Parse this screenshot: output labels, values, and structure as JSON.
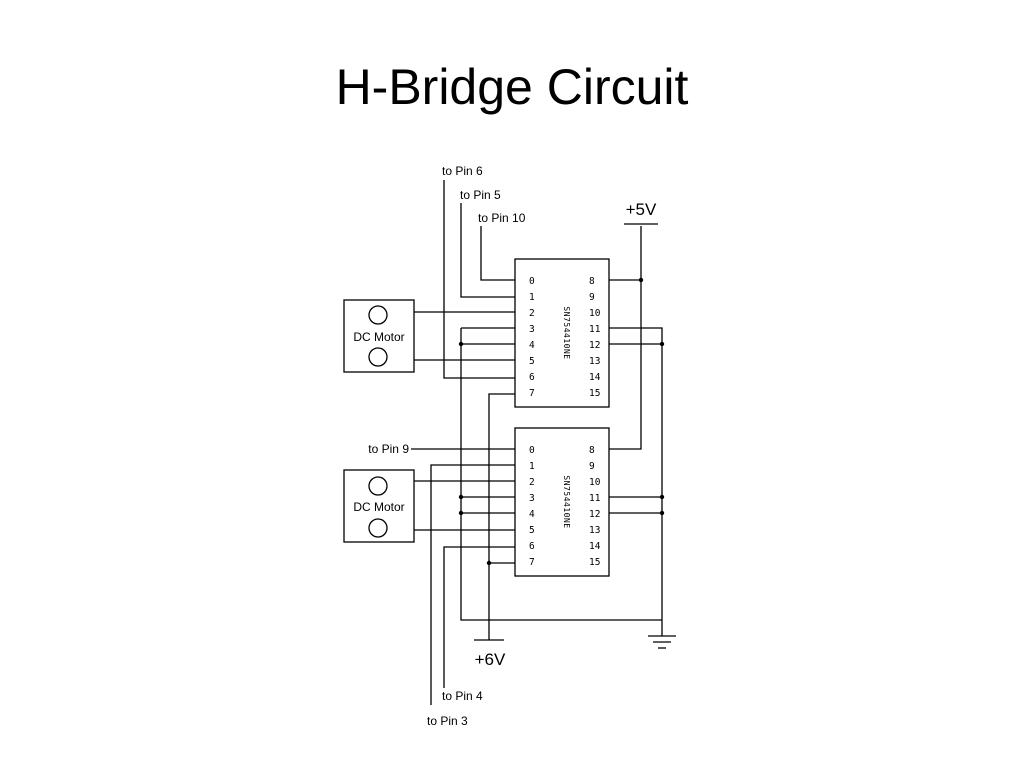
{
  "title": "H-Bridge Circuit",
  "diagram": {
    "chips": [
      {
        "name": "SN754410NE",
        "left_pins": [
          "0",
          "1",
          "2",
          "3",
          "4",
          "5",
          "6",
          "7"
        ],
        "right_pins": [
          "8",
          "9",
          "10",
          "11",
          "12",
          "13",
          "14",
          "15"
        ]
      },
      {
        "name": "SN754410NE",
        "left_pins": [
          "0",
          "1",
          "2",
          "3",
          "4",
          "5",
          "6",
          "7"
        ],
        "right_pins": [
          "8",
          "9",
          "10",
          "11",
          "12",
          "13",
          "14",
          "15"
        ]
      }
    ],
    "motors": [
      {
        "label": "DC Motor"
      },
      {
        "label": "DC Motor"
      }
    ],
    "pin_labels": {
      "to_pin_6": "to Pin 6",
      "to_pin_5": "to Pin 5",
      "to_pin_10": "to Pin 10",
      "to_pin_9": "to Pin 9",
      "to_pin_4": "to Pin 4",
      "to_pin_3": "to Pin 3"
    },
    "supply": {
      "plus_5v": "+5V",
      "plus_6v": "+6V"
    }
  }
}
